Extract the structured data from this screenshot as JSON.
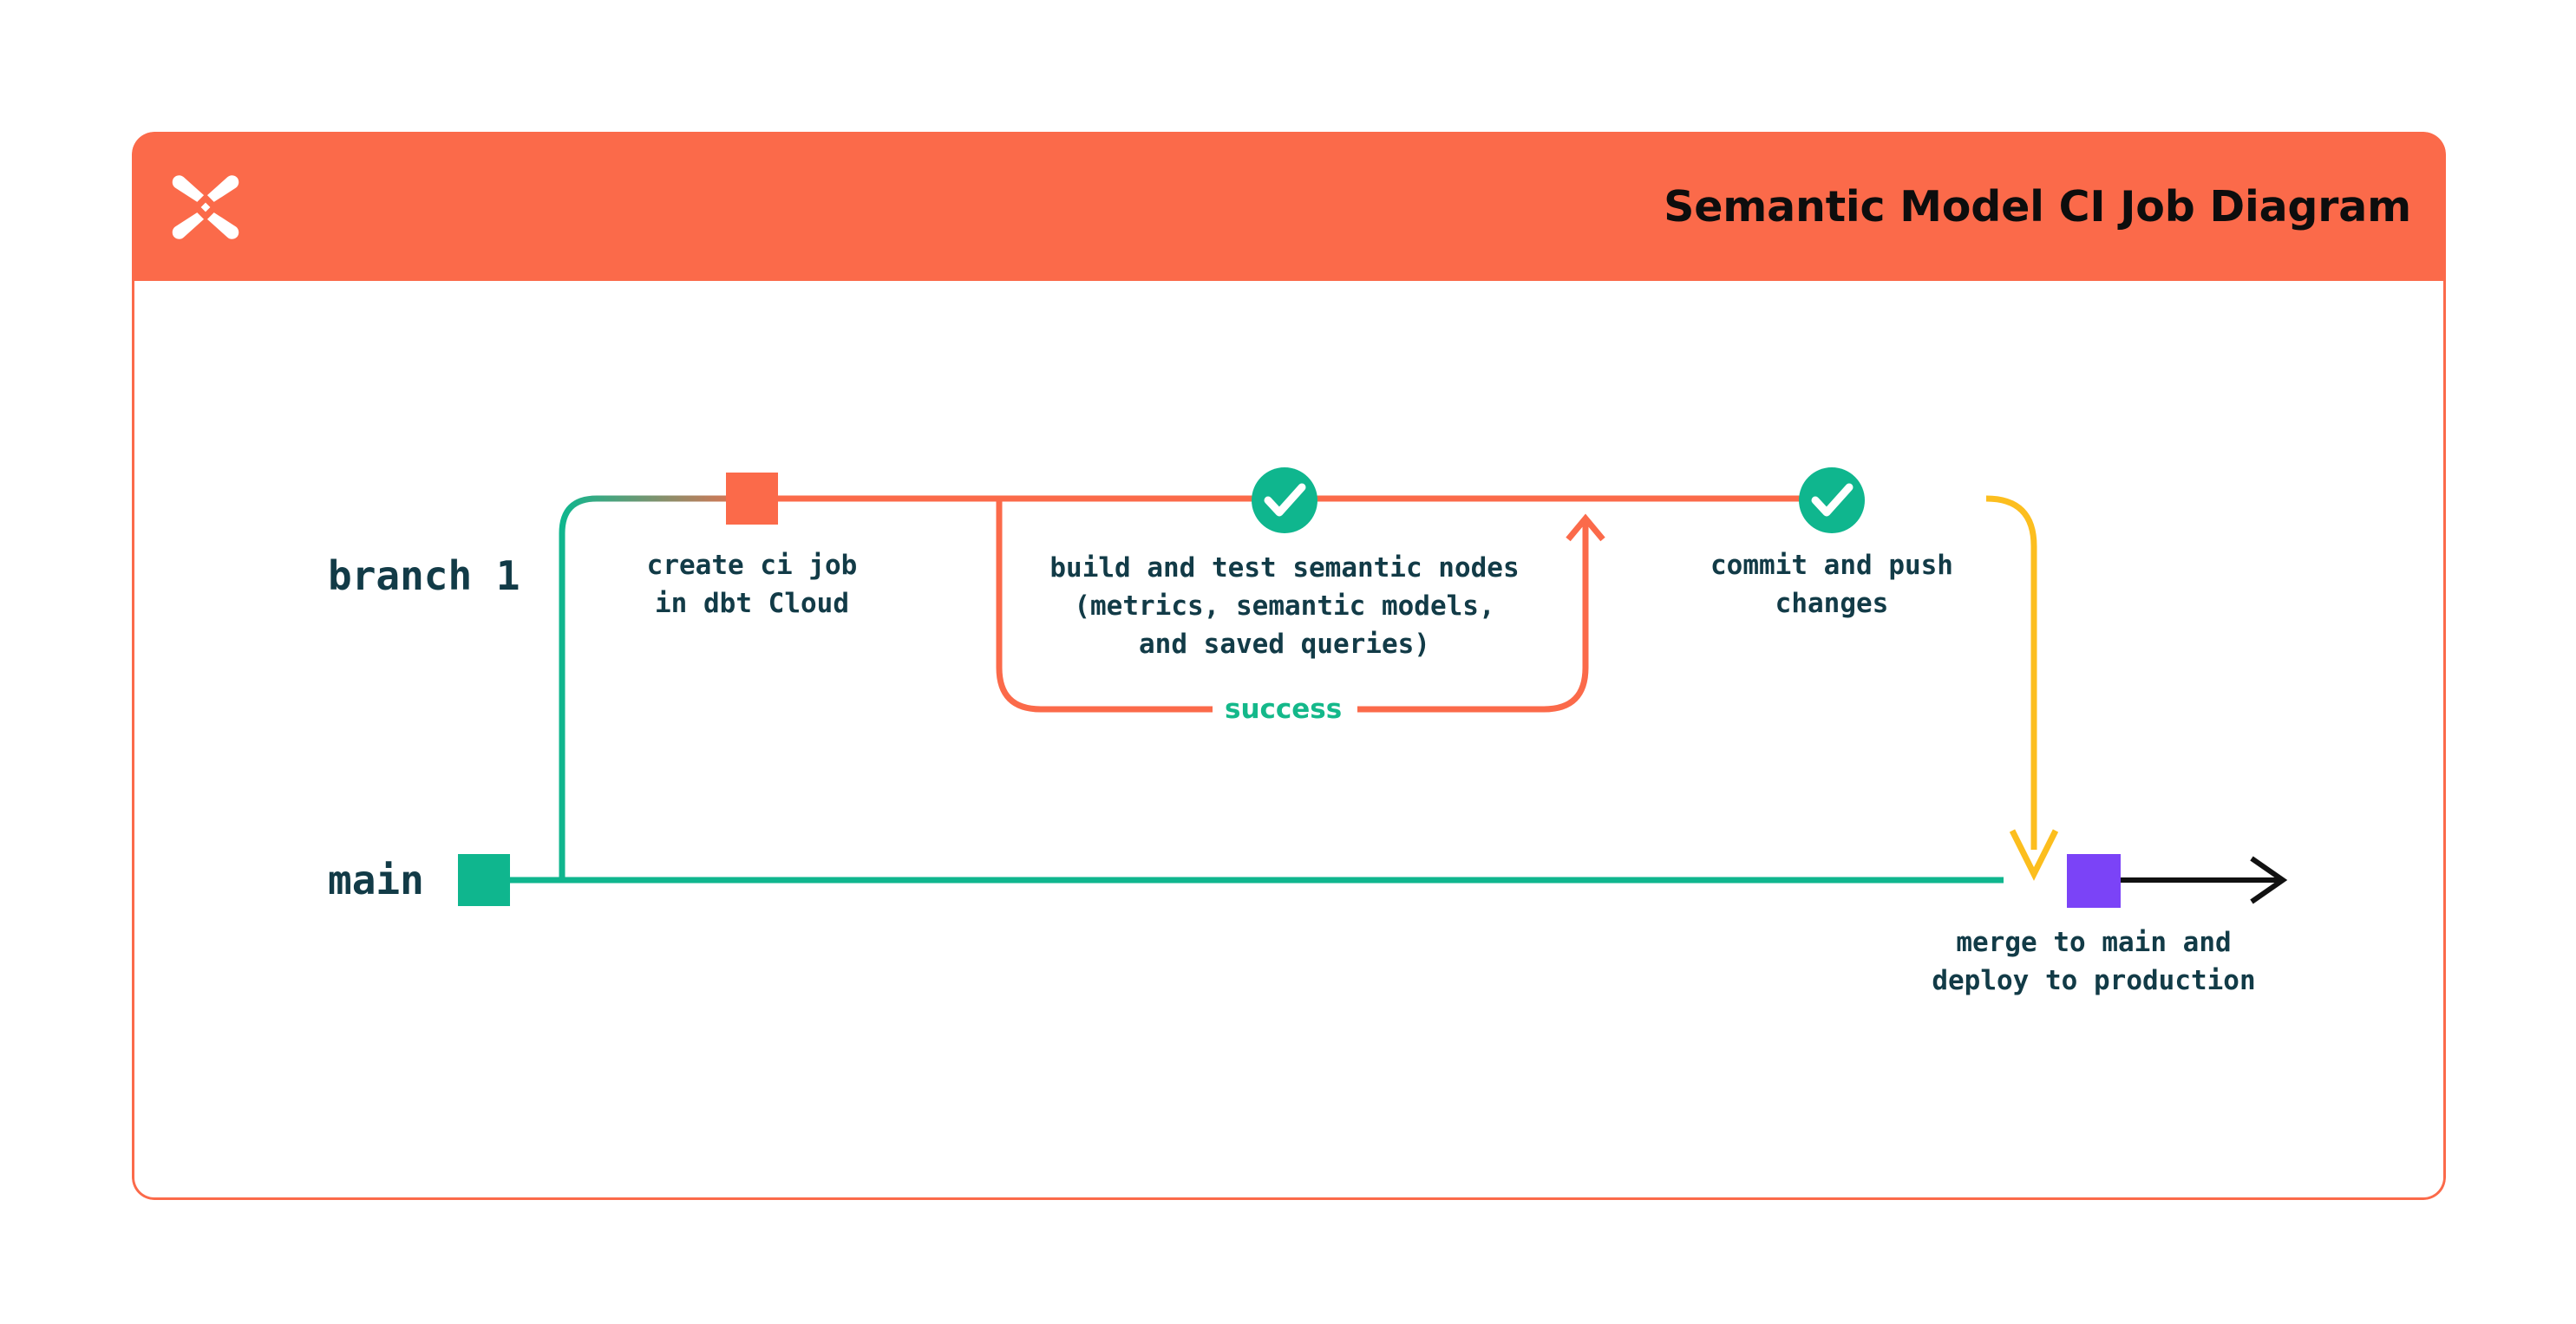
{
  "header": {
    "title": "Semantic Model CI Job Diagram",
    "logo_icon": "dbt-x-logo-icon",
    "background_color": "#FB6A4A"
  },
  "colors": {
    "orange": "#FB6A4A",
    "green": "#0FB68E",
    "yellow": "#FCBE1E",
    "purple": "#7B43F7",
    "ink": "#123B47",
    "black": "#111111",
    "success_text": "#14B88A"
  },
  "diagram": {
    "type": "git-branch-flow",
    "branches": [
      {
        "name": "branch 1",
        "label_color": "#123B47",
        "line_color": "#FB6A4A"
      },
      {
        "name": "main",
        "label_color": "#123B47",
        "line_color": "#0FB68E"
      }
    ],
    "nodes": [
      {
        "id": "create-ci-job",
        "branch": "branch 1",
        "marker": "square",
        "marker_color": "#FB6A4A",
        "caption": "create ci job\nin dbt Cloud"
      },
      {
        "id": "build-and-test",
        "branch": "branch 1",
        "marker": "check-circle",
        "marker_color": "#0FB68E",
        "caption": "build and test semantic nodes\n(metrics, semantic models,\nand saved queries)"
      },
      {
        "id": "commit-and-push",
        "branch": "branch 1",
        "marker": "check-circle",
        "marker_color": "#0FB68E",
        "caption": "commit and push\nchanges"
      },
      {
        "id": "merge-to-main",
        "branch": "main",
        "marker": "square",
        "marker_color": "#7B43F7",
        "caption": "merge to main and\ndeploy to production"
      }
    ],
    "loop_label": "success",
    "start_marker": {
      "branch": "main",
      "marker": "square",
      "marker_color": "#0FB68E"
    },
    "end_arrow": {
      "color": "#111111",
      "direction": "right"
    }
  }
}
